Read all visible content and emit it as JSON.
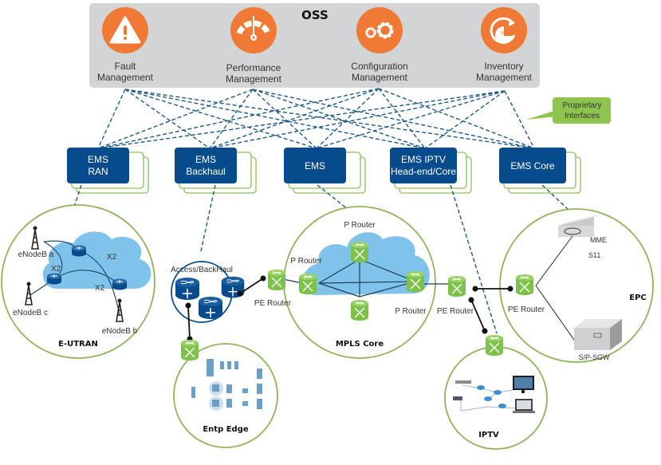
{
  "colors": {
    "oss_panel": "#d3d4d5",
    "oss_icon": "#f07a35",
    "ems_fill": "#064c8c",
    "ems_shadow_stroke": "#8dc05a",
    "dashed_link": "#1f5a85",
    "domain_circle": "#8fb45c",
    "router_green": "#7dc04a",
    "router_blue": "#064c8c",
    "cloud": "#7fc3ea",
    "callout": "#8dc54f"
  },
  "oss": {
    "title": "OSS",
    "functions": [
      {
        "icon": "warning-icon",
        "line1": "Fault",
        "line2": "Management"
      },
      {
        "icon": "gauge-icon",
        "line1": "Performance",
        "line2": "Management"
      },
      {
        "icon": "gears-icon",
        "line1": "Configuration",
        "line2": "Management"
      },
      {
        "icon": "cycle-percent-icon",
        "line1": "Inventory",
        "line2": "Management"
      }
    ]
  },
  "callout": {
    "line1": "Proprietary",
    "line2": "Interfaces"
  },
  "ems": [
    {
      "line1": "EMS",
      "line2": "RAN"
    },
    {
      "line1": "EMS",
      "line2": "Backhaul"
    },
    {
      "line1": "EMS",
      "line2": ""
    },
    {
      "line1": "EMS IPTV",
      "line2": "Head-end/Core"
    },
    {
      "line1": "EMS Core",
      "line2": ""
    }
  ],
  "domains": {
    "eutran": {
      "title": "E-UTRAN",
      "enodeb_a": "eNodeB a",
      "enodeb_b": "eNodeB b",
      "enodeb_c": "eNodeB c",
      "x2": "X2"
    },
    "backhaul": {
      "title": "Access/BackHaul"
    },
    "mpls": {
      "title": "MPLS Core",
      "p_router": "P Router"
    },
    "epc": {
      "title": "EPC",
      "mme": "MME",
      "s11": "S11",
      "sgw": "S/P-SGW"
    },
    "entp": {
      "title": "Entp Edge"
    },
    "iptv": {
      "title": "IPTV"
    },
    "pe_router": "PE Router"
  }
}
